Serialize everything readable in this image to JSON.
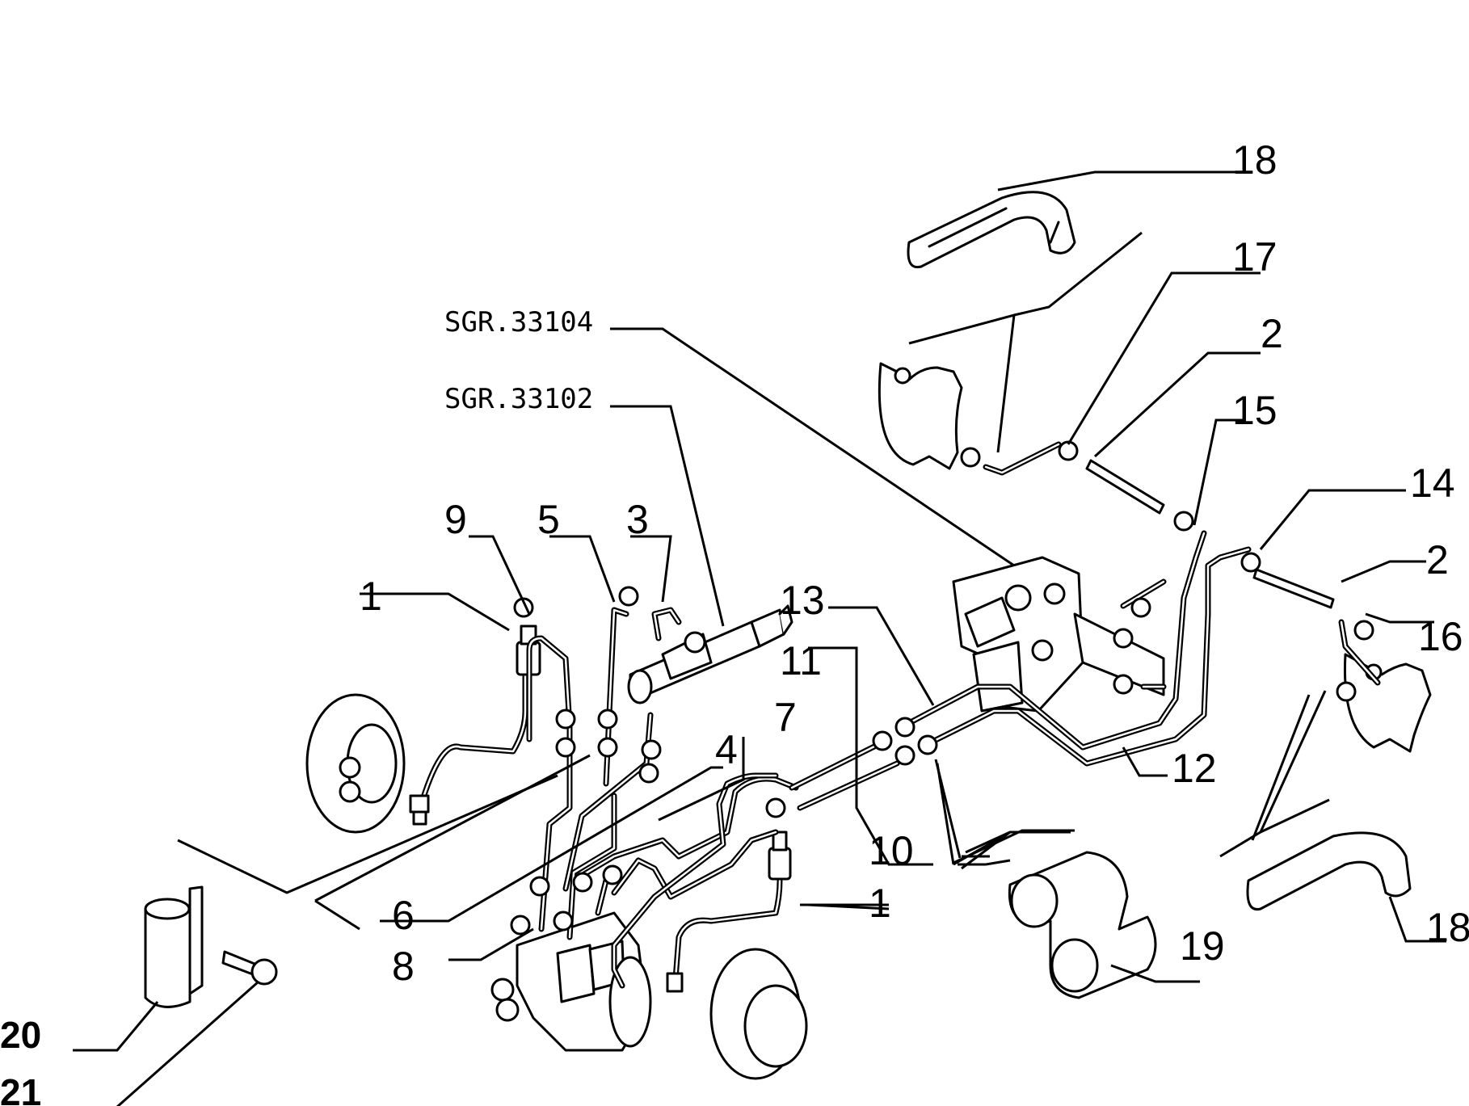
{
  "references": {
    "ref_a": "SGR.33104",
    "ref_b": "SGR.33102"
  },
  "callouts": {
    "c1_left": "1",
    "c1_right": "1",
    "c2_top": "2",
    "c2_right": "2",
    "c3": "3",
    "c4": "4",
    "c5": "5",
    "c6": "6",
    "c7": "7",
    "c8": "8",
    "c9": "9",
    "c10": "10",
    "c11": "11",
    "c12": "12",
    "c13": "13",
    "c14": "14",
    "c15": "15",
    "c16": "16",
    "c17": "17",
    "c18_top": "18",
    "c18_bottom": "18",
    "c19": "19",
    "c20": "20",
    "c21": "21"
  }
}
